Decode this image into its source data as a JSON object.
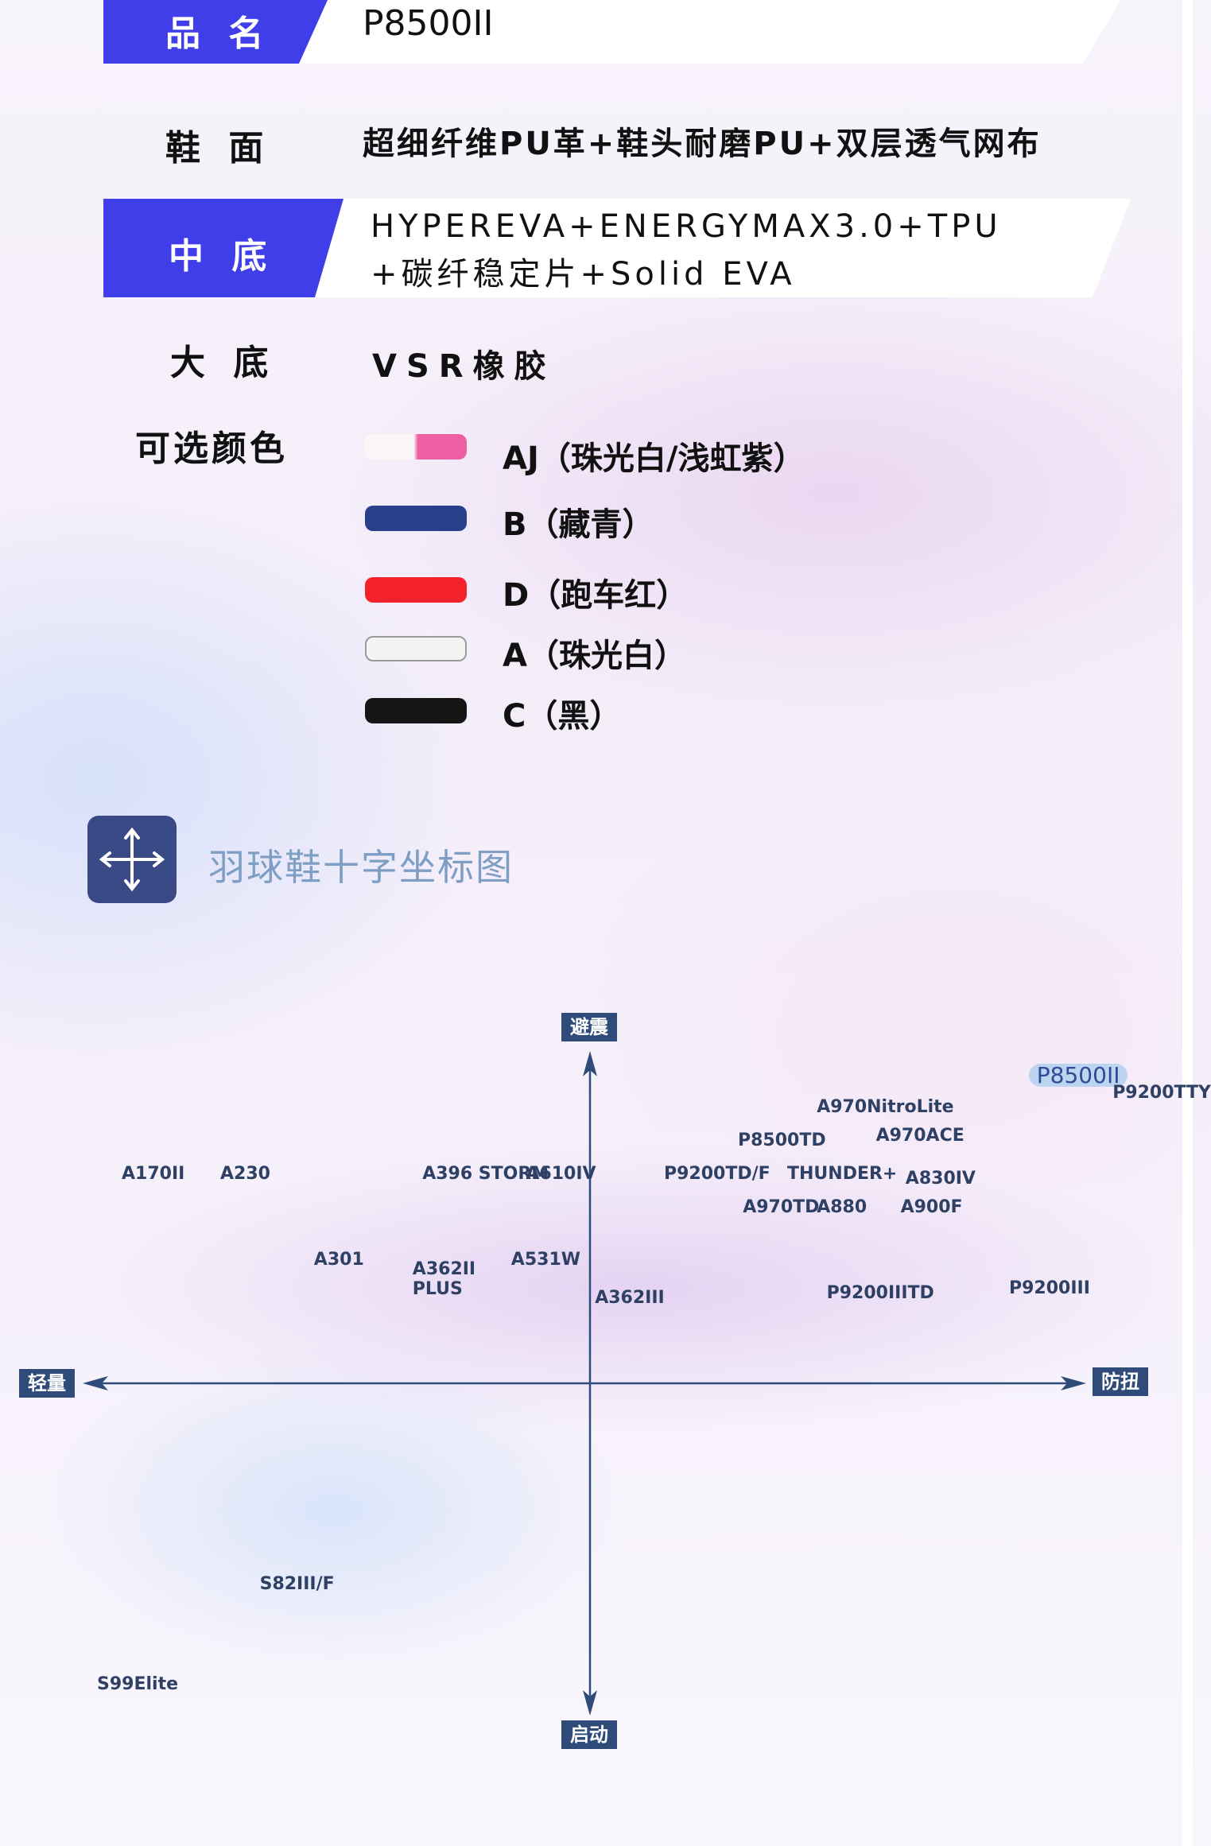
{
  "specs": {
    "name": {
      "label": "品 名",
      "value": "P8500II"
    },
    "upper": {
      "label": "鞋 面",
      "value": "超细纤维PU革+鞋头耐磨PU+双层透气网布"
    },
    "midsole": {
      "label": "中 底",
      "value_line1": "HYPEREVA+ENERGYMAX3.0+TPU",
      "value_line2": "+碳纤稳定片+Solid EVA"
    },
    "outsole": {
      "label": "大 底",
      "value": "VSR橡胶"
    },
    "colors_label": "可选颜色"
  },
  "colors": [
    {
      "name": "AJ（珠光白/浅虹紫）",
      "swatch": "split",
      "color1": "#fbf7f8",
      "color2": "#ee5fa3"
    },
    {
      "name": "B（藏青）",
      "swatch": "solid",
      "color1": "#283f8a"
    },
    {
      "name": "D（跑车红）",
      "swatch": "solid",
      "color1": "#f4222a"
    },
    {
      "name": "A（珠光白）",
      "swatch": "outline",
      "color1": "#f4f4f4"
    },
    {
      "name": "C（黑）",
      "swatch": "solid",
      "color1": "#151515"
    }
  ],
  "section": {
    "title": "羽球鞋十字坐标图",
    "icon": "four-way-arrows-icon"
  },
  "chart_data": {
    "type": "scatter",
    "axes": {
      "top": "避震",
      "bottom": "启动",
      "left": "轻量",
      "right": "防扭"
    },
    "x_range": [
      -10,
      10
    ],
    "y_range": [
      -10,
      10
    ],
    "highlight": "P8500II",
    "points": [
      {
        "label": "P8500II",
        "x": 8.9,
        "y": 6.7
      },
      {
        "label": "P9200TTY",
        "x": 10.6,
        "y": 6.3
      },
      {
        "label": "A970NitroLite",
        "x": 4.6,
        "y": 6.0
      },
      {
        "label": "A970ACE",
        "x": 5.8,
        "y": 5.4
      },
      {
        "label": "P8500TD",
        "x": 3.0,
        "y": 5.3
      },
      {
        "label": "A170II",
        "x": -9.5,
        "y": 4.6
      },
      {
        "label": "A230",
        "x": -7.5,
        "y": 4.6
      },
      {
        "label": "A396 STORM",
        "x": -3.4,
        "y": 4.6
      },
      {
        "label": "A610IV",
        "x": -1.3,
        "y": 4.6
      },
      {
        "label": "P9200TD/F",
        "x": 1.5,
        "y": 4.6
      },
      {
        "label": "THUNDER+",
        "x": 4.0,
        "y": 4.6
      },
      {
        "label": "A830IV",
        "x": 6.4,
        "y": 4.5
      },
      {
        "label": "A970TD",
        "x": 3.1,
        "y": 3.9
      },
      {
        "label": "A880",
        "x": 4.6,
        "y": 3.9
      },
      {
        "label": "A900F",
        "x": 6.3,
        "y": 3.9
      },
      {
        "label": "A301",
        "x": -5.6,
        "y": 2.8
      },
      {
        "label": "A362II\nPLUS",
        "x": -3.6,
        "y": 2.6
      },
      {
        "label": "A531W",
        "x": -1.6,
        "y": 2.8
      },
      {
        "label": "A362III",
        "x": 0.1,
        "y": 2.0
      },
      {
        "label": "P9200IIITD",
        "x": 4.8,
        "y": 2.1
      },
      {
        "label": "P9200III",
        "x": 8.5,
        "y": 2.2
      },
      {
        "label": "S82III/F",
        "x": -6.7,
        "y": -4.0
      },
      {
        "label": "S99Elite",
        "x": -10.0,
        "y": -6.1
      }
    ]
  }
}
